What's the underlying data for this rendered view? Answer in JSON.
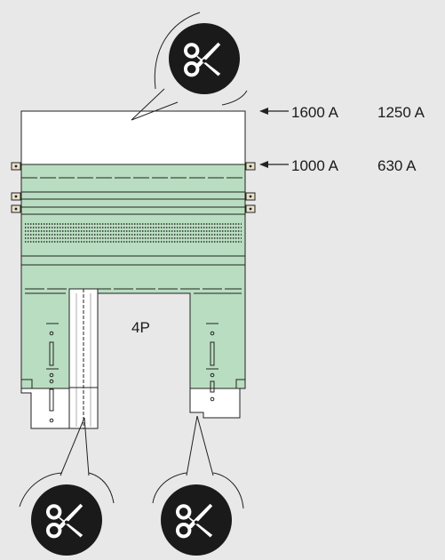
{
  "labels": {
    "rating_top_a": "1600 A",
    "rating_top_b": "1250 A",
    "rating_mid_a": "1000 A",
    "rating_mid_b": "630 A",
    "poles": "4P"
  },
  "icons": {
    "cut_top": "scissors-icon",
    "cut_bottom_left": "scissors-icon",
    "cut_bottom_right": "scissors-icon"
  },
  "colors": {
    "background": "#e8e8e9",
    "panel_green": "#b9ddc0",
    "panel_white": "#ffffff",
    "outline": "#222222",
    "icon_fill": "#1a1a1a"
  }
}
